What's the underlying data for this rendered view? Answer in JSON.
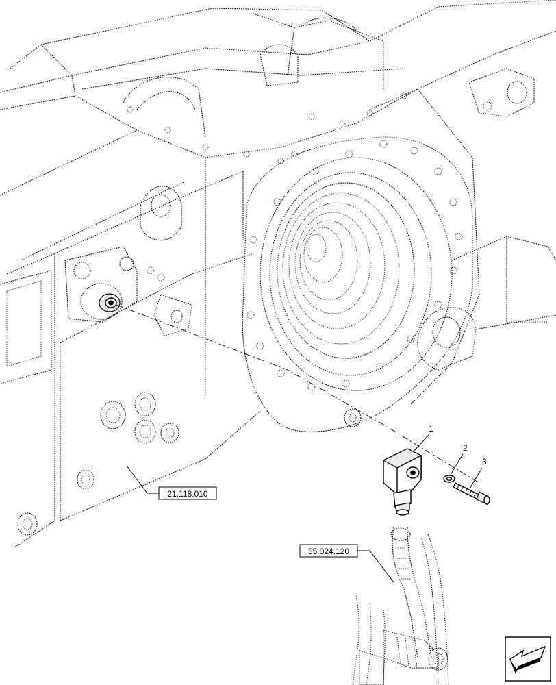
{
  "callouts": [
    {
      "id": "1",
      "label": "1"
    },
    {
      "id": "2",
      "label": "2"
    },
    {
      "id": "3",
      "label": "3"
    }
  ],
  "references": [
    {
      "id": "ref-housing",
      "label": "21.118.010"
    },
    {
      "id": "ref-harness",
      "label": "55.024.120"
    }
  ],
  "icons": {
    "nav": "arrow-bottom-left-icon"
  }
}
